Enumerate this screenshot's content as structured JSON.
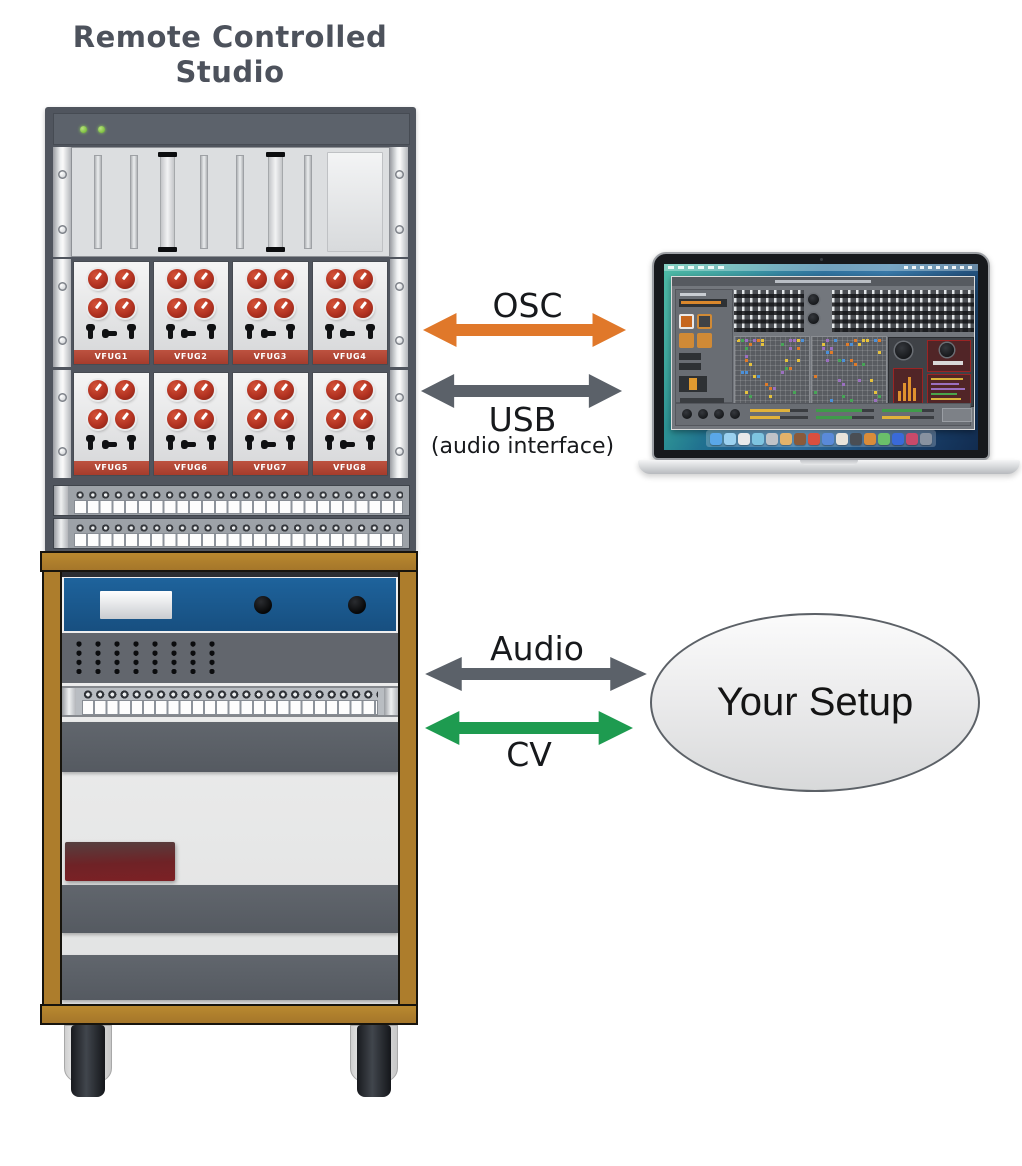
{
  "title": {
    "line1": "Remote Controlled",
    "line2": "Studio"
  },
  "rack": {
    "modules": [
      "VFUG1",
      "VFUG2",
      "VFUG3",
      "VFUG4",
      "VFUG5",
      "VFUG6",
      "VFUG7",
      "VFUG8"
    ]
  },
  "connections": {
    "osc": {
      "label": "OSC",
      "color": "#e0782a"
    },
    "usb": {
      "label": "USB",
      "sublabel": "(audio interface)",
      "color": "#5b6169"
    },
    "audio": {
      "label": "Audio",
      "color": "#5b6169"
    },
    "cv": {
      "label": "CV",
      "color": "#1e9b50"
    }
  },
  "your_setup": {
    "label": "Your Setup"
  },
  "colors": {
    "title_text": "#4d525c",
    "rack_frame": "#50555e",
    "module_label_bg": "#b04a38",
    "module_knob": "#b23221",
    "wood": "#ad7d2c",
    "blue_unit": "#1d5c92",
    "label_text": "#17191c",
    "led_green": "#7cbf3e",
    "dock_icons": [
      "#5aa7e8",
      "#9bd1f0",
      "#e8e8ea",
      "#7ec4e0",
      "#c0c3c8",
      "#e2b26a",
      "#8a5a3a",
      "#d94f3f",
      "#5a8ad9",
      "#e8e3da",
      "#4a4e54",
      "#d98c3a",
      "#6abf6a",
      "#3a6ad9",
      "#c84a6a",
      "#8892a0"
    ]
  }
}
